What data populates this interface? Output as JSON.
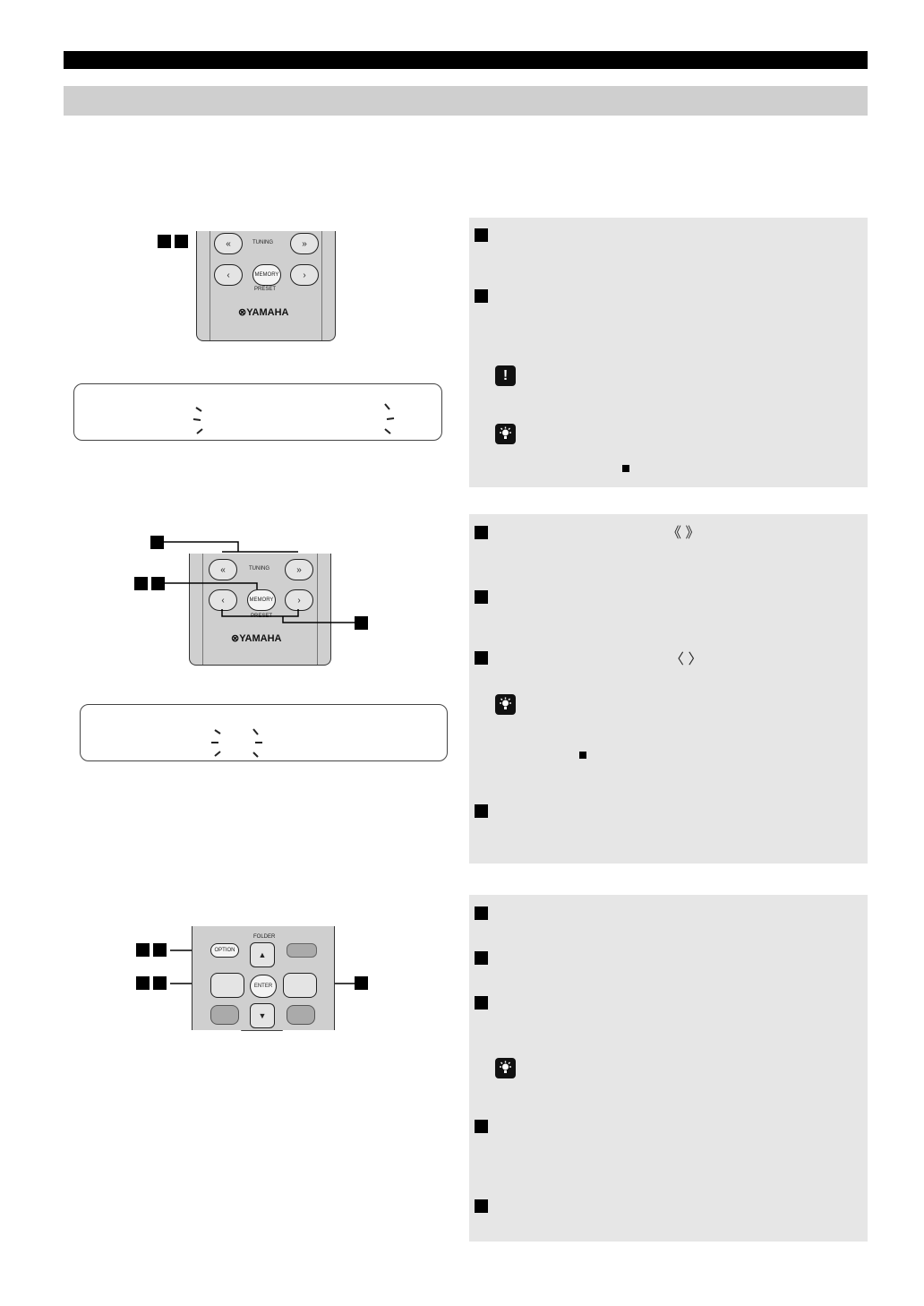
{
  "remote_top": {
    "tuning_label": "TUNING",
    "preset_label": "PRESET",
    "memory_label": "MEMORY",
    "brand": "YAMAHA",
    "brand_mark": "⊗"
  },
  "remote_bottom": {
    "folder_label": "FOLDER",
    "option_label": "OPTION",
    "enter_label": "ENTER"
  },
  "icons": {
    "caution": "!",
    "tip": "tip-icon"
  },
  "inline_glyphs": {
    "tuning_arrows": "《 》",
    "preset_arrows": "〈 〉"
  }
}
